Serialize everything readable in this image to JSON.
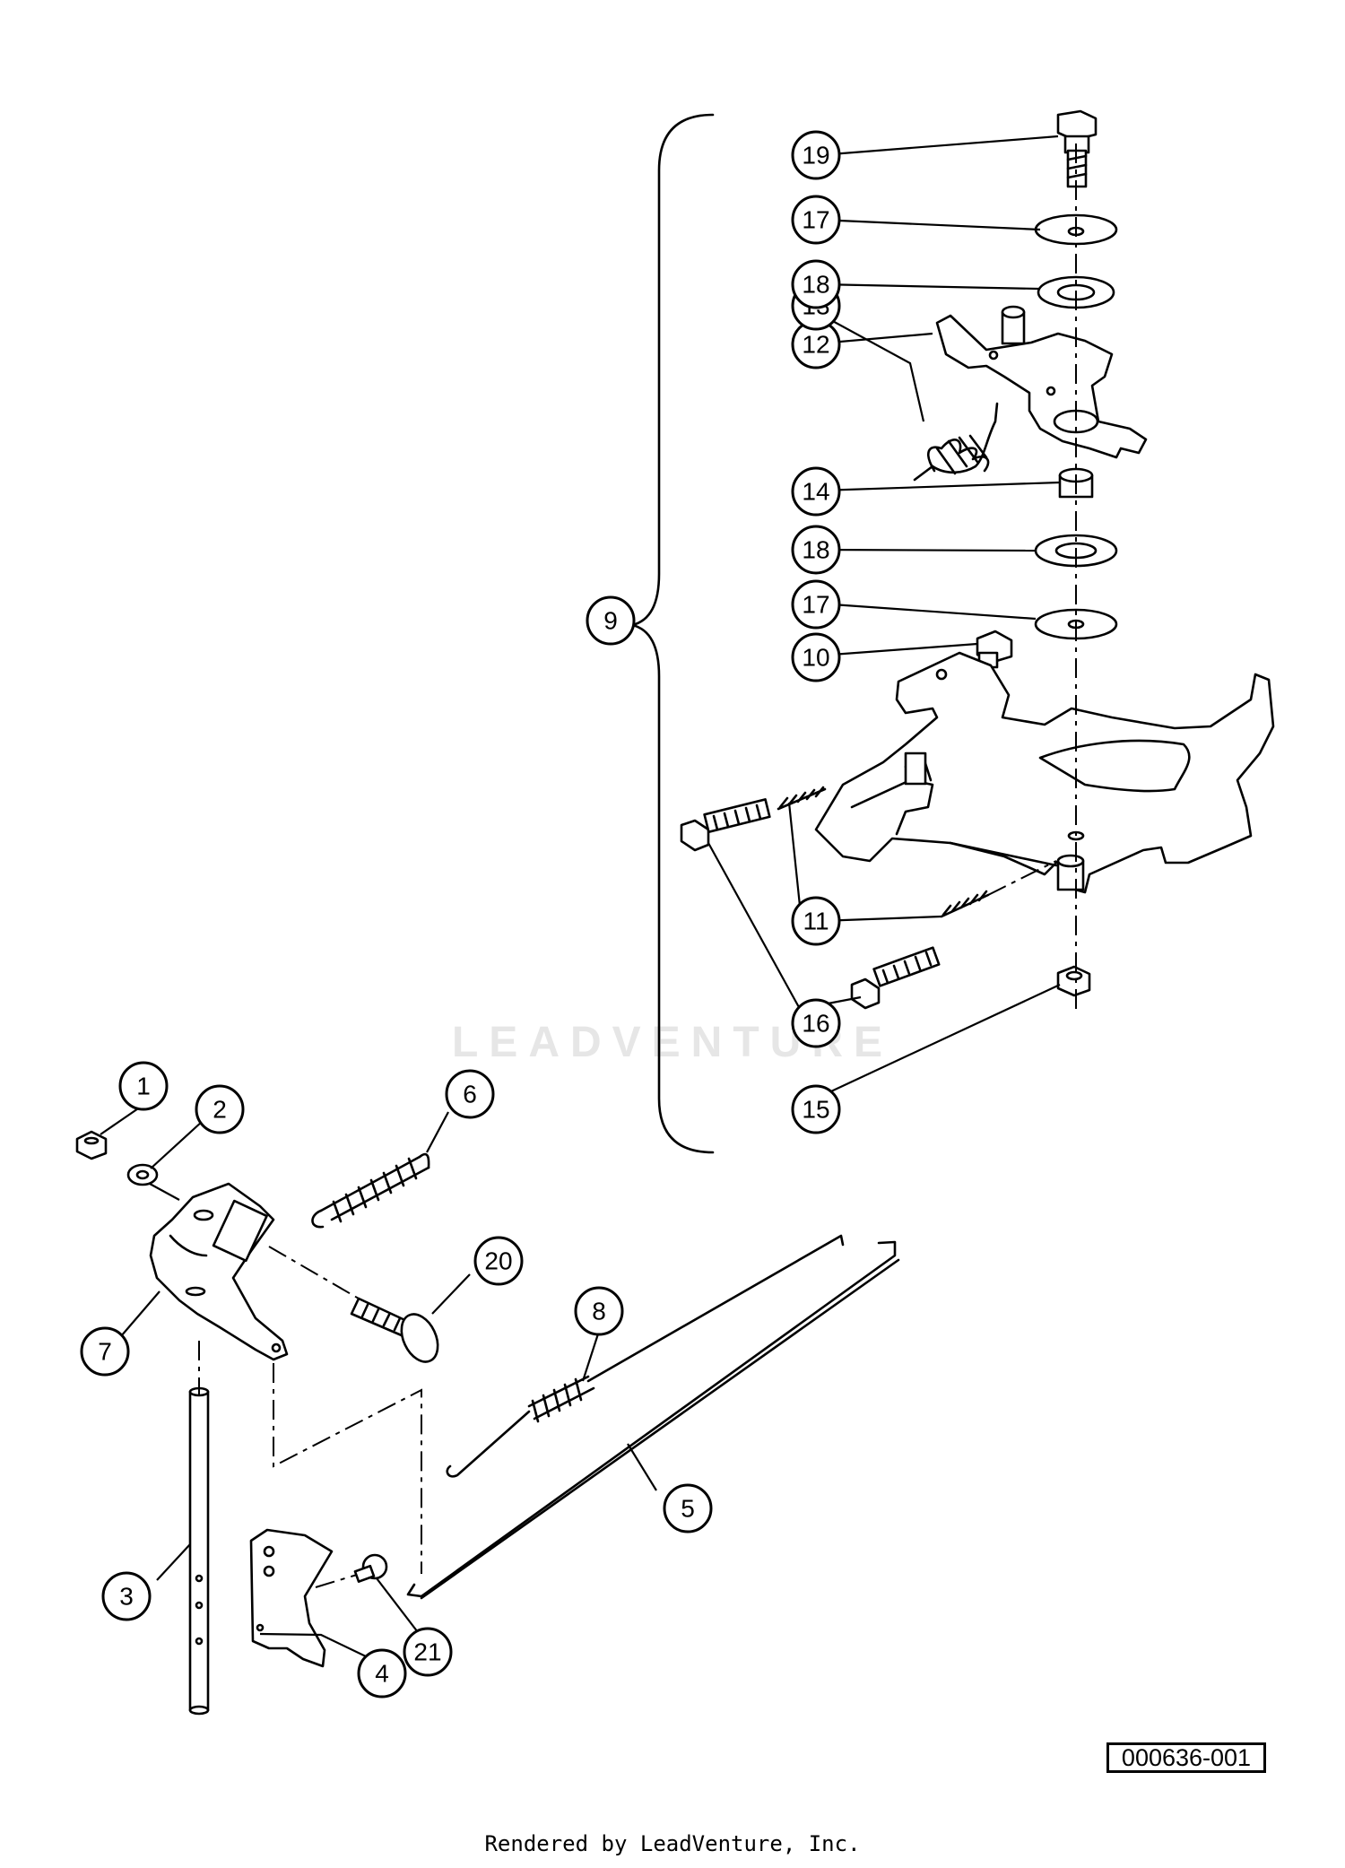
{
  "diagram_code": "000636-001",
  "footer": "Rendered by LeadVenture, Inc.",
  "watermark": "LEADVENTURE",
  "callouts": {
    "c1": "1",
    "c2": "2",
    "c3": "3",
    "c4": "4",
    "c5": "5",
    "c6": "6",
    "c7": "7",
    "c8": "8",
    "c9": "9",
    "c10": "10",
    "c11": "11",
    "c12": "12",
    "c13": "13",
    "c14": "14",
    "c15": "15",
    "c16": "16",
    "c17a": "17",
    "c17b": "17",
    "c18a": "18",
    "c18b": "18",
    "c19": "19",
    "c20": "20",
    "c21": "21"
  }
}
